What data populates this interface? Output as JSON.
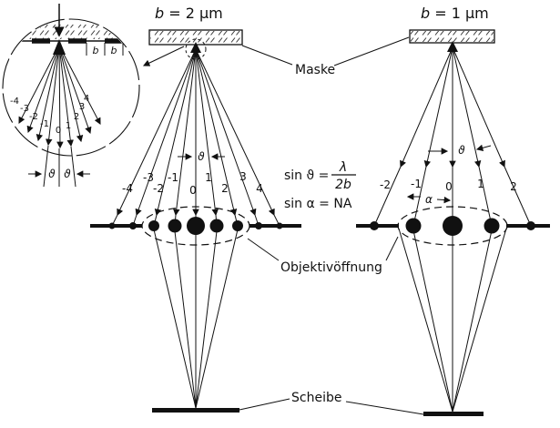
{
  "inset": {
    "orders": [
      "-4",
      "-3",
      "-2",
      "-1",
      "0",
      "1",
      "2",
      "3",
      "4"
    ],
    "slit_b_left": "b",
    "slit_b_right": "b",
    "theta_left": "ϑ",
    "theta_right": "ϑ"
  },
  "left_panel": {
    "title_var": "b",
    "title_rest": " = 2 μm",
    "orders": [
      "-4",
      "-3",
      "-2",
      "-1",
      "0",
      "1",
      "2",
      "3",
      "4"
    ],
    "theta": "ϑ"
  },
  "right_panel": {
    "title_var": "b",
    "title_rest": " = 1 μm",
    "orders": [
      "-2",
      "-1",
      "0",
      "1",
      "2"
    ],
    "theta": "ϑ",
    "alpha": "α"
  },
  "annotations": {
    "mask_label": "Maske",
    "aperture_label": "Objektivöffnung",
    "screen_label": "Scheibe"
  },
  "formulas": {
    "f1_lhs": "sin ϑ =",
    "f1_num": "λ",
    "f1_den": "2b",
    "f2": "sin α = NA"
  },
  "colors": {
    "ink": "#111111",
    "background": "#ffffff"
  }
}
